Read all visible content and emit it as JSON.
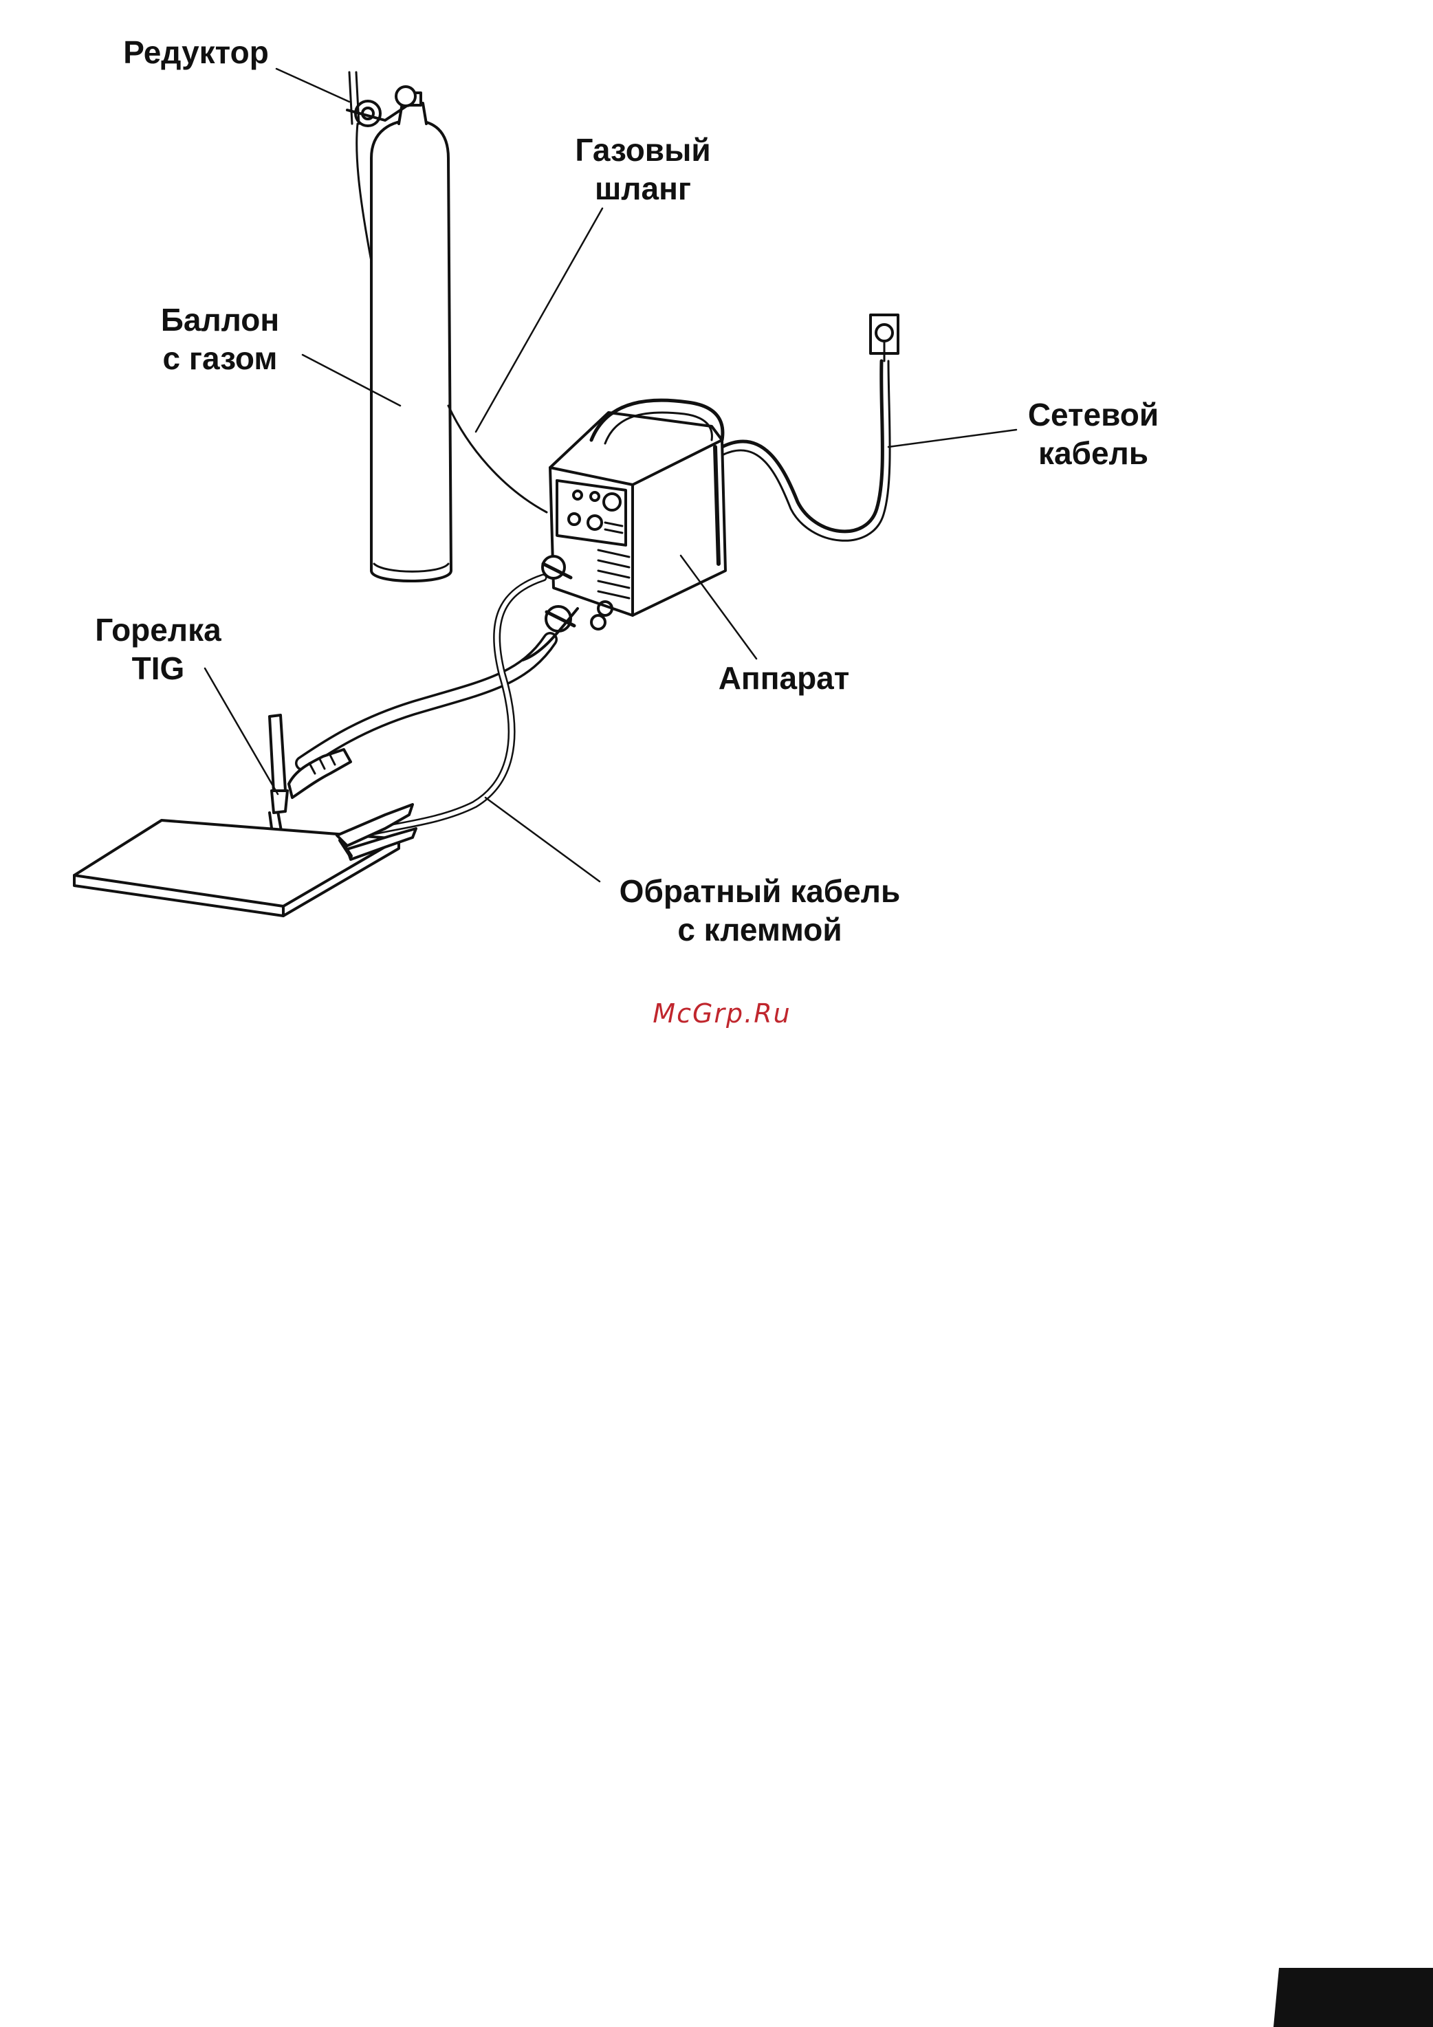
{
  "labels": {
    "reducer": "Редуктор",
    "gas_hose_l1": "Газовый",
    "gas_hose_l2": "шланг",
    "cylinder_l1": "Баллон",
    "cylinder_l2": "с газом",
    "mains_l1": "Сетевой",
    "mains_l2": "кабель",
    "torch_l1": "Горелка",
    "torch_l2": "TIG",
    "apparatus": "Аппарат",
    "return_l1": "Обратный кабель",
    "return_l2": "с клеммой"
  },
  "watermark": "McGrp.Ru",
  "colors": {
    "ink": "#111111",
    "watermark": "#c0262d",
    "background": "#ffffff"
  }
}
